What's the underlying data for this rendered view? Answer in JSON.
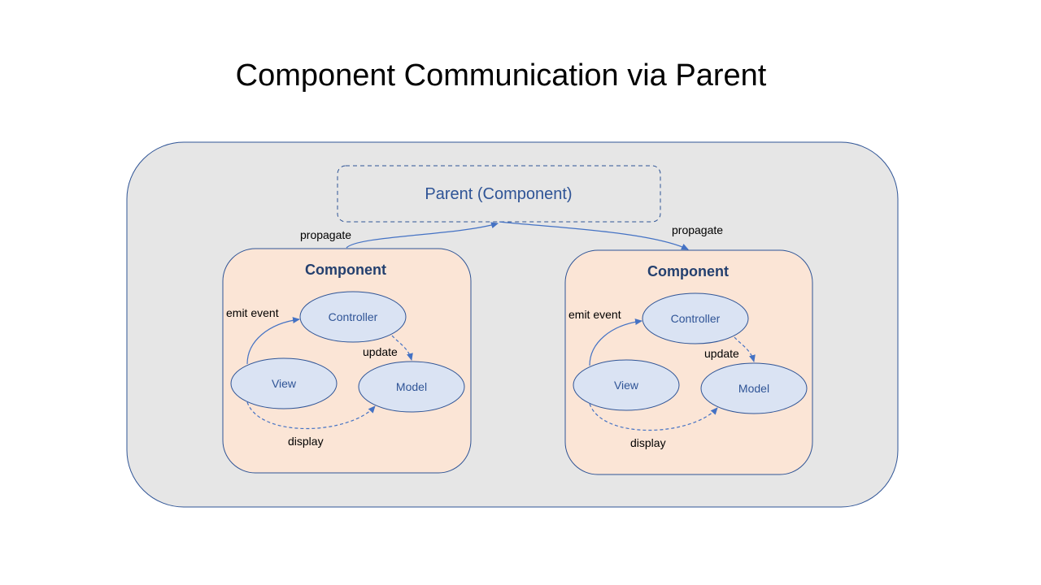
{
  "title": "Component Communication via Parent",
  "parent": {
    "label": "Parent (Component)"
  },
  "edges": {
    "propagate_up": "propagate",
    "propagate_down": "propagate"
  },
  "components": [
    {
      "title": "Component",
      "controller": "Controller",
      "view": "View",
      "model": "Model",
      "emit_label": "emit event",
      "update_label": "update",
      "display_label": "display"
    },
    {
      "title": "Component",
      "controller": "Controller",
      "view": "View",
      "model": "Model",
      "emit_label": "emit event",
      "update_label": "update",
      "display_label": "display"
    }
  ],
  "colors": {
    "outer_fill": "#e6e6e6",
    "outer_stroke": "#2f5496",
    "component_fill": "#fbe5d6",
    "node_fill": "#dae3f3",
    "arrow": "#4472c4"
  }
}
